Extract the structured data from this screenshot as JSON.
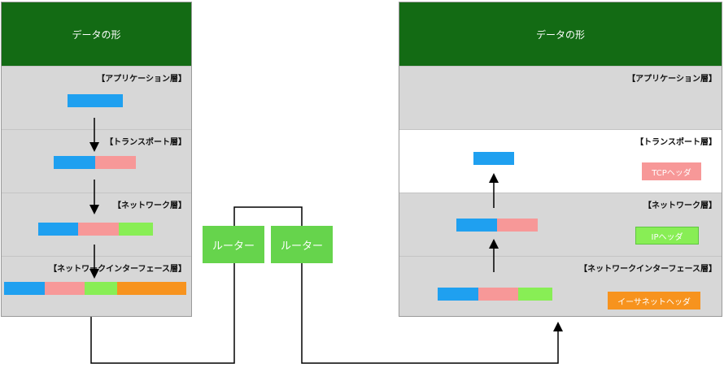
{
  "sender": {
    "header": "データの形",
    "layers": {
      "application": "【アプリケーション層】",
      "transport": "【トランスポート層】",
      "network": "【ネットワーク層】",
      "link": "【ネットワークインターフェース層】"
    }
  },
  "receiver": {
    "header": "データの形",
    "layers": {
      "application": "【アプリケーション層】",
      "transport": "【トランスポート層】",
      "network": "【ネットワーク層】",
      "link": "【ネットワークインターフェース層】"
    },
    "tags": {
      "tcp": "TCPヘッダ",
      "ip": "IPヘッダ",
      "ethernet": "イーサネットヘッダ"
    }
  },
  "routers": [
    "ルーター",
    "ルーター"
  ],
  "colors": {
    "header_green": "#136b14",
    "panel_gray": "#d7d7d7",
    "data_blue": "#1fa0f0",
    "tcp_pink": "#f79898",
    "ip_green": "#88ee55",
    "ethernet_orange": "#f7931e",
    "router_green": "#66d44c"
  }
}
